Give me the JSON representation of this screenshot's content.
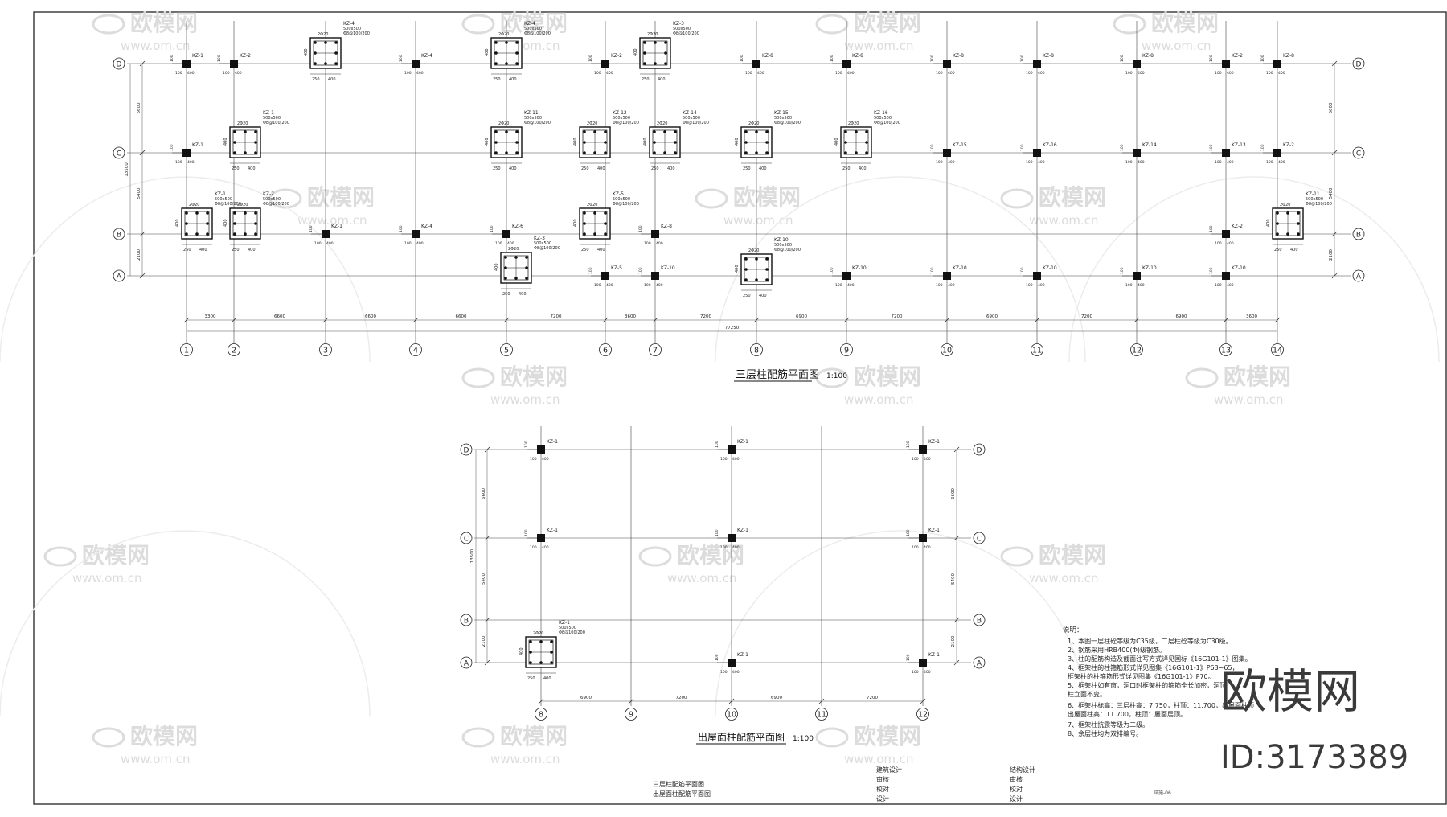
{
  "drawings": {
    "upper": {
      "title": "三层柱配筋平面图",
      "scale": "1:100",
      "grid_x": [
        "1",
        "2",
        "3",
        "4",
        "5",
        "6",
        "7",
        "8",
        "9",
        "10",
        "11",
        "12",
        "13",
        "14"
      ],
      "grid_y": [
        "D",
        "C",
        "B",
        "A"
      ],
      "dims_x": [
        "3300",
        "6600",
        "6600",
        "6600",
        "7200",
        "3600",
        "7200",
        "6900",
        "7200",
        "6900",
        "7200",
        "6900",
        "3600"
      ],
      "dims_y": [
        "6600",
        "5400",
        "2100"
      ],
      "total_x": "77250",
      "total_y": "13500"
    },
    "lower": {
      "title": "出屋面柱配筋平面图",
      "scale": "1:100",
      "grid_x": [
        "8",
        "9",
        "10",
        "11",
        "12"
      ],
      "grid_y": [
        "D",
        "C",
        "B",
        "A"
      ],
      "dims_x": [
        "6900",
        "7200",
        "6900",
        "7200"
      ],
      "dims_y": [
        "6600",
        "5400",
        "2100"
      ],
      "total_y": "13500"
    }
  },
  "column_tags": {
    "kz1": "KZ-1",
    "kz2": "KZ-2",
    "kz3": "KZ-3",
    "kz4": "KZ-4",
    "kz5": "KZ-5",
    "kz6": "KZ-6",
    "kz8": "KZ-8",
    "kz10": "KZ-10",
    "kz11": "KZ-11",
    "kz12": "KZ-12",
    "kz13": "KZ-13",
    "kz14": "KZ-14",
    "kz15": "KZ-15",
    "kz16": "KZ-16"
  },
  "column_detail": {
    "rebar": "2Φ20",
    "size": "500x500",
    "stirrup": "Φ8@100/200",
    "dim_a": "250",
    "dim_b": "400",
    "dim_c": "100"
  },
  "notes": {
    "heading": "说明：",
    "lines": [
      "1、本图一层柱砼等级为C35级，二层柱砼等级为C30级。",
      "2、钢筋采用HRB400(Φ)级钢筋。",
      "3、柱的配筋构造及截面注写方式详见国标《16G101-1》图集。",
      "4、框架柱的柱箍筋形式详见图集《16G101-1》P63~65，",
      "   框架柱的柱箍筋形式详见图集《16G101-1》P70。",
      "5、框架柱如有窗，洞口时框架柱的箍筋全长加密，洞顶",
      "   柱立面不变。",
      "6、框架柱标高：三层柱高：7.750，柱顶：11.700，出屋面柱顶",
      "   出屋面柱高：11.700，柱顶：屋面层顶。",
      "7、框架柱抗震等级为二级。",
      "8、余层柱均为双排编号。"
    ]
  },
  "title_block": {
    "drawing_name_1": "三层柱配筋平面图",
    "drawing_name_2": "出屋面柱配筋平面图",
    "sign_col1": [
      "建筑设计",
      "审核",
      "校对",
      "设计"
    ],
    "sign_col2": [
      "结构设计",
      "审核",
      "校对",
      "设计"
    ],
    "sheet_no": "结施-06"
  },
  "watermark": {
    "brand": "欧模网",
    "url": "www.om.cn",
    "id": "ID:3173389"
  }
}
